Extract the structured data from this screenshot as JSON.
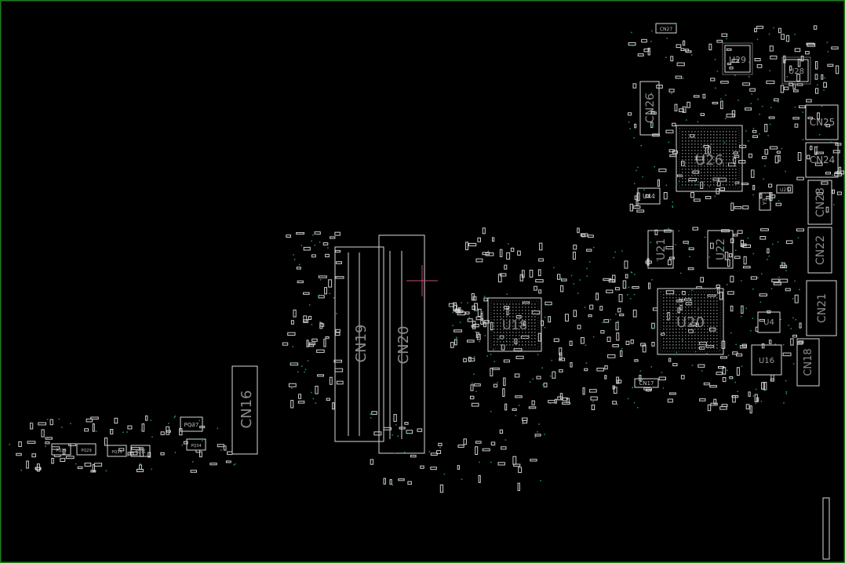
{
  "board": {
    "view_name": "boardview",
    "frame_color": "#1e7a1e",
    "outline_color": "#d8d8d8",
    "via_color": "#1f9a6a",
    "cursor_color": "#c05070"
  },
  "components": {
    "cn27": "CN27",
    "u29": "U29",
    "u28": "U28",
    "cn26": "CN26",
    "cn25": "CN25",
    "u26": "U26",
    "cn24": "CN24",
    "u44": "U44",
    "u25": "U25",
    "y3": "Y3",
    "cn23": "CN23",
    "u21": "U21",
    "u22": "U22",
    "cn22": "CN22",
    "cn19": "CN19",
    "cn20": "CN20",
    "u18": "U18",
    "u20": "U20",
    "cn21": "CN21",
    "u4": "U4",
    "u16": "U16",
    "cn18": "CN18",
    "cn17": "CN17",
    "cn16": "CN16",
    "pq37": "PQ37",
    "pq34": "PQ34",
    "pq33": "PQ33",
    "pq29": "PQ29",
    "pq35": "PQ35",
    "pq31": "PQ31"
  }
}
